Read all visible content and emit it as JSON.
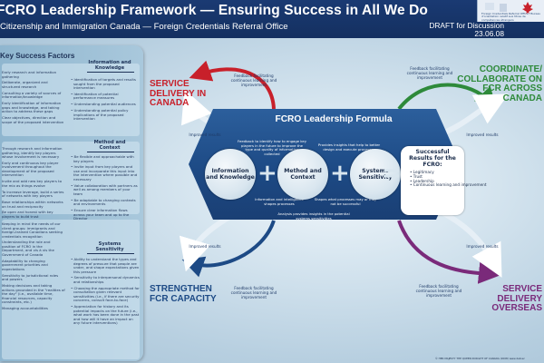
{
  "header": {
    "title": "FCRO Leadership Framework — Ensuring Success in All We Do",
    "subtitle": "Citizenship and Immigration Canada — Foreign Credentials Referral Office",
    "draft_line1": "DRAFT for Discussion",
    "draft_line2": "23.06.08",
    "logo_text": "Foreign Credentials Referral Office / Bureau d'orientation relatif aux titres de compétences étrangers"
  },
  "left_panel": {
    "title": "Key Success Factors",
    "sections": [
      {
        "name": "Information and Knowledge",
        "factors": [
          "Early research and information gathering",
          "Deliberate, organized and structured research",
          "Consulting a variety of sources of information/knowledge",
          "Early identification of information gaps and knowledge, and taking action to address these gaps",
          "Clear objectives, direction and scope of the proposed intervention"
        ],
        "bullets": [
          "Identification of targets and results sought from the proposed intervention",
          "Identification of potential performance measures",
          "Understanding potential audiences",
          "Understanding potential policy implications of the proposed intervention"
        ]
      },
      {
        "name": "Method and Context",
        "factors": [
          "Through research and information gathering, identify key players whose involvement is necessary",
          "Early and continuous key player involvement throughout the development of the proposed intervention",
          "Invite and add new key players to the mix as things evolve",
          "To increase leverage, build a series of networks with key players",
          "Base relationships within networks on trust and reciprocity",
          "Be open and honest with key players to build trust"
        ],
        "bullets": [
          "Be flexible and approachable with key players",
          "Invite input from key players and use and incorporate this input into the intervention where possible and necessary",
          "Value collaboration with partners as well as among members of your team",
          "Be adaptable to changing contexts and environments",
          "Ensure clear information flows across your team and up to the Director"
        ]
      },
      {
        "name": "Systems Sensitivity",
        "factors": [
          "Keeping in mind the needs of our client groups: immigrants and foreign-trained Canadians seeking credentials recognition",
          "Understanding the role and position of FCRO in the Department, and vis à vis the Government of Canada",
          "Adaptability to changing government priorities and expectations",
          "Sensitivity to jurisdictional roles and powers",
          "Making decisions and taking actions grounded in the \"realities of the day\" (i.e., available time, financial resources, capacity constraints, etc.)",
          "Managing accountabilities"
        ],
        "bullets": [
          "Ability to understand the types and degrees of pressure that people are under, and shape expectations given this pressure",
          "Sensitivity to interpersonal dynamics and relationships",
          "Choosing the appropriate method for consultation given relevant sensitivities (i.e., if there are security concerns, consult face-to-face)",
          "Appreciation for history and its potential impacts on the future (i.e., what work has been done in the past and how will it have an impact on any future interventions)"
        ]
      }
    ]
  },
  "formula": {
    "title": "FCRO Leadership Formula",
    "circles": [
      "Information and Knowledge",
      "Method and Context",
      "Systems Sensitivity"
    ],
    "plus": "+",
    "equals": "=",
    "result_title": "Successful Results for the FCRO:",
    "result_items": [
      "• Legitimacy",
      "• Trust",
      "• Leadership",
      "• Continuous learning and improvement"
    ],
    "notes": [
      "Feedback to identify how to engage key players in the future to improve the type and quality of information collected",
      "Provides insights that help to better design and execute processes",
      "Information and intelligence shapes processes",
      "Shapes what processes may or may not be successful",
      "Analysis provides insights in the potential systems sensitivities"
    ]
  },
  "outcomes": {
    "top_left": "SERVICE DELIVERY IN CANADA",
    "top_right": "COORDINATE/ COLLABORATE ON FCR ACROSS CANADA",
    "bottom_left": "STRENGTHEN FCR CAPACITY",
    "bottom_right": "SERVICE DELIVERY OVERSEAS",
    "feedback": "Feedback facilitating continuous learning and improvement",
    "improved_results": "Improved results"
  },
  "footer": "© HER MAJESTY THE QUEEN IN RIGHT OF CANADA (2008)   www.deliver",
  "colors": {
    "red": "#c8202a",
    "green": "#2e8a3a",
    "blue": "#1d4a85",
    "purple": "#7a2a7a",
    "navy": "#1a3a73"
  }
}
